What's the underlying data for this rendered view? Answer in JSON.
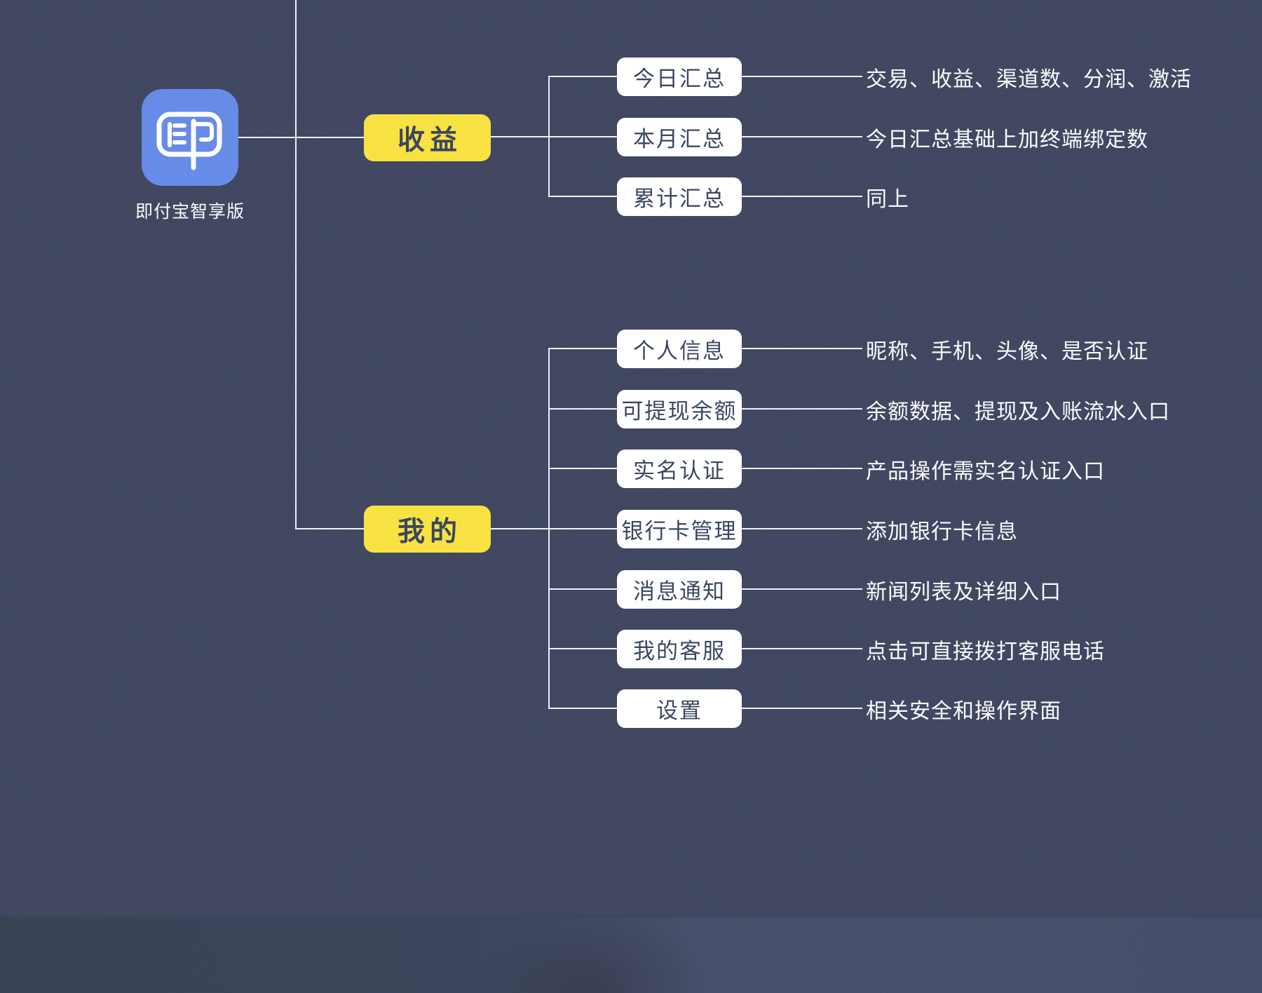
{
  "app": {
    "icon_glyph": "即",
    "name": "即付宝智享版"
  },
  "branches": [
    {
      "label": "收益",
      "children": [
        {
          "label": "今日汇总",
          "note": "交易、收益、渠道数、分润、激活"
        },
        {
          "label": "本月汇总",
          "note": "今日汇总基础上加终端绑定数"
        },
        {
          "label": "累计汇总",
          "note": "同上"
        }
      ]
    },
    {
      "label": "我的",
      "children": [
        {
          "label": "个人信息",
          "note": "昵称、手机、头像、是否认证"
        },
        {
          "label": "可提现余额",
          "note": "余额数据、提现及入账流水入口"
        },
        {
          "label": "实名认证",
          "note": "产品操作需实名认证入口"
        },
        {
          "label": "银行卡管理",
          "note": "添加银行卡信息"
        },
        {
          "label": "消息通知",
          "note": "新闻列表及详细入口"
        },
        {
          "label": "我的客服",
          "note": "点击可直接拨打客服电话"
        },
        {
          "label": "设置",
          "note": "相关安全和操作界面"
        }
      ]
    }
  ],
  "colors": {
    "background": "#3a4057",
    "node_yellow": "#f7df3b",
    "icon_blue": "#5c7de4",
    "box_white": "#ffffff",
    "dark_text": "#343e57",
    "light_text": "#fafbfd",
    "line": "#eef1f7"
  }
}
